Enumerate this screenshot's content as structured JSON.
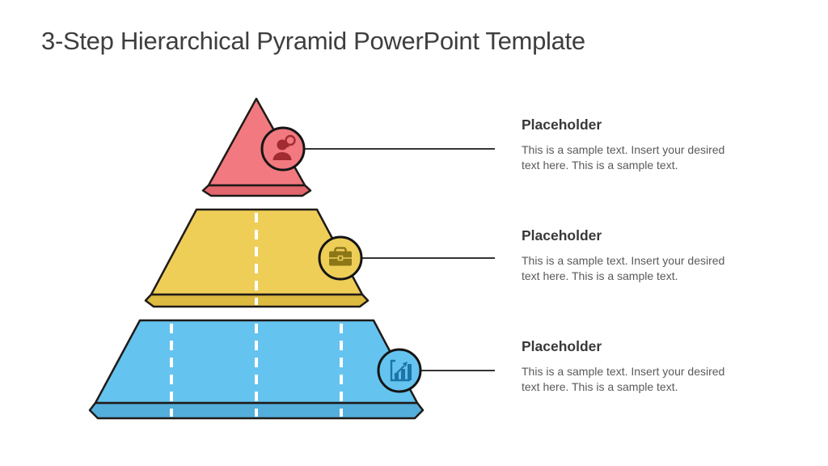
{
  "title": "3-Step Hierarchical Pyramid PowerPoint Template",
  "colors": {
    "title_text": "#3e3e3e",
    "heading_text": "#383838",
    "body_text": "#5a5a5a",
    "outline": "#1f1b18",
    "connector": "#353535",
    "dash": "#ffffff",
    "layer1_fill": "#f1797f",
    "layer1_strip": "#e2666e",
    "layer1_icon": "#a12b33",
    "layer2_fill": "#efce58",
    "layer2_strip": "#ddba40",
    "layer2_icon": "#8c7718",
    "layer3_fill": "#65c3ef",
    "layer3_strip": "#54aedc",
    "layer3_icon": "#1d74a8"
  },
  "steps": [
    {
      "label": "Placeholder",
      "body": "This is a sample text. Insert your desired text here. This is a sample text.",
      "icon": "person-chat-icon",
      "fill": "#f1797f"
    },
    {
      "label": "Placeholder",
      "body": "This is a sample text. Insert your desired text here. This is a sample text.",
      "icon": "briefcase-icon",
      "fill": "#efce58"
    },
    {
      "label": "Placeholder",
      "body": "This is a sample text. Insert your desired text here. This is a sample text.",
      "icon": "bar-chart-icon",
      "fill": "#65c3ef"
    }
  ]
}
